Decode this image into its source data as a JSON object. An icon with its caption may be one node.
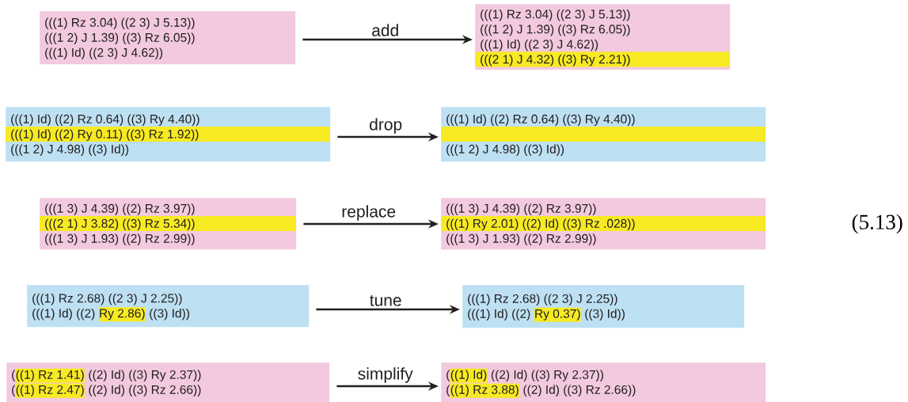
{
  "diagram": {
    "nodes": [
      {
        "text": [
          "(((1) Rz 3.04) ((2 3) J 5.13))",
          "(((1 2) J 1.39) ((3) Rz 6.05))",
          "(((1) Id) ((2 3) J 4.62))"
        ]
      },
      {
        "text": [
          "(((1) Rz 3.04) ((2 3) J 5.13))",
          "(((1 2) J 1.39) ((3) Rz 6.05))",
          "(((1) Id) ((2 3) J 4.62))",
          "(((2 1) J 4.32) ((3) Ry 2.21))"
        ]
      },
      {
        "text": [
          "(((1) Id) ((2) Rz 0.64) ((3) Ry 4.40))",
          "(((1) Id) ((2) Ry 0.11) ((3) Rz 1.92))",
          "(((1 2) J 4.98) ((3) Id))"
        ]
      },
      {
        "text": [
          "(((1) Id) ((2) Rz 0.64) ((3) Ry 4.40))",
          "(((1 2) J 4.98) ((3) Id))"
        ]
      },
      {
        "text": [
          "(((1 3) J 4.39) ((2) Rz 3.97))",
          "(((2 1) J 3.82) ((3) Rz 5.34))",
          "(((1 3) J 1.93) ((2) Rz 2.99))"
        ]
      },
      {
        "text": [
          "(((1 3) J 4.39) ((2) Rz 3.97))",
          "(((1) Ry 2.01) ((2) Id) ((3) Rz .028))",
          "(((1 3) J 1.93) ((2) Rz 2.99))"
        ]
      },
      {
        "text": [
          "(((1) Rz 2.68) ((2 3) J 2.25))",
          "(((1) Id) ((2)",
          "Ry 2.86)",
          "((3) Id))"
        ]
      },
      {
        "text": [
          "(((1) Rz 2.68) ((2 3) J 2.25))",
          "(((1) Id) ((2)",
          "Ry 0.37)",
          "((3) Id))"
        ]
      },
      {
        "text": [
          "(",
          "((1) Rz 1.41)",
          "((2) Id) ((3) Ry 2.37))",
          "(",
          "((1) Rz 2.47)",
          "((2) Id) ((3) Rz 2.66))"
        ]
      },
      {
        "text": [
          "(",
          "((1) Id)",
          "((2) Id) ((3) Ry 2.37))",
          "(",
          "((1) Rz 3.88)",
          "((2) Id) ((3) Rz 2.66))"
        ]
      }
    ],
    "edges": [
      {
        "from": 0,
        "to": 1,
        "arrow": "to",
        "label": "add"
      },
      {
        "from": 2,
        "to": 3,
        "arrow": "to",
        "label": "drop"
      },
      {
        "from": 4,
        "to": 5,
        "arrow": "to",
        "label": "replace"
      },
      {
        "from": 6,
        "to": 7,
        "arrow": "to",
        "label": "tune"
      },
      {
        "from": 8,
        "to": 9,
        "arrow": "to",
        "label": "simplify"
      }
    ],
    "labels": [
      "(5.13)"
    ]
  }
}
